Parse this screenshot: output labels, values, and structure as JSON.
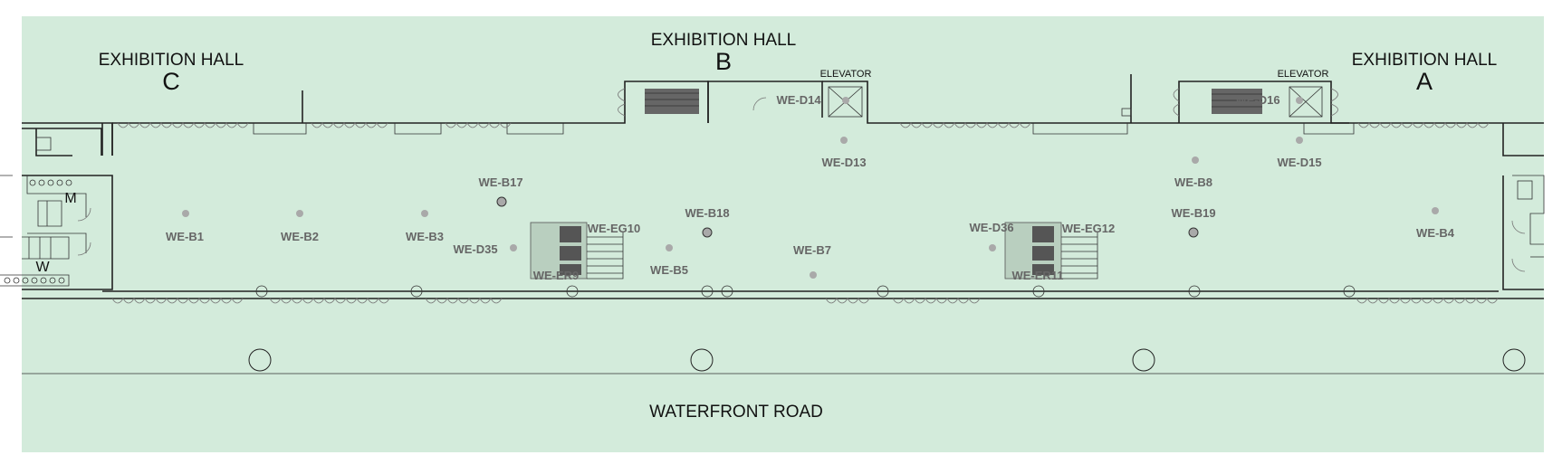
{
  "colors": {
    "floor": "#d3ebdb",
    "booth_dot": "#a9a9a9",
    "booth_label": "#666666",
    "wall": "#222222"
  },
  "halls": {
    "c": {
      "title": "EXHIBITION HALL",
      "letter": "C"
    },
    "b": {
      "title": "EXHIBITION HALL",
      "letter": "B"
    },
    "a": {
      "title": "EXHIBITION HALL",
      "letter": "A"
    }
  },
  "elevators": {
    "left": "ELEVATOR",
    "right": "ELEVATOR"
  },
  "restrooms": {
    "men": "M",
    "women": "W"
  },
  "road": "WATERFRONT ROAD",
  "booths": {
    "b1": "WE-B1",
    "b2": "WE-B2",
    "b3": "WE-B3",
    "b4": "WE-B4",
    "b5": "WE-B5",
    "b7": "WE-B7",
    "b8": "WE-B8",
    "b17": "WE-B17",
    "b18": "WE-B18",
    "b19": "WE-B19",
    "d13": "WE-D13",
    "d14": "WE-D14",
    "d15": "WE-D15",
    "d16": "WE-D16",
    "d35": "WE-D35",
    "d36": "WE-D36",
    "eg10": "WE-EG10",
    "eg12": "WE-EG12",
    "er9": "WE-ER9",
    "er11": "WE-ER11"
  }
}
